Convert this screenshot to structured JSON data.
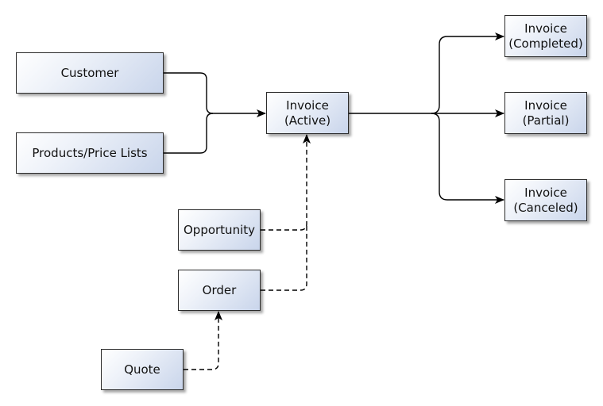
{
  "nodes": {
    "customer": "Customer",
    "products": "Products/Price Lists",
    "invoice_active": "Invoice\n(Active)",
    "opportunity": "Opportunity",
    "order": "Order",
    "quote": "Quote",
    "invoice_completed": "Invoice\n(Completed)",
    "invoice_partial": "Invoice\n(Partial)",
    "invoice_canceled": "Invoice\n(Canceled)"
  },
  "edges": [
    {
      "from": "Customer",
      "to": "Invoice (Active)",
      "style": "solid"
    },
    {
      "from": "Products/Price Lists",
      "to": "Invoice (Active)",
      "style": "solid"
    },
    {
      "from": "Opportunity",
      "to": "Invoice (Active)",
      "style": "dashed"
    },
    {
      "from": "Order",
      "to": "Invoice (Active)",
      "style": "dashed"
    },
    {
      "from": "Quote",
      "to": "Order",
      "style": "dashed"
    },
    {
      "from": "Invoice (Active)",
      "to": "Invoice (Completed)",
      "style": "solid"
    },
    {
      "from": "Invoice (Active)",
      "to": "Invoice (Partial)",
      "style": "solid"
    },
    {
      "from": "Invoice (Active)",
      "to": "Invoice (Canceled)",
      "style": "solid"
    }
  ],
  "colors": {
    "line": "#000000",
    "box_border": "#2b2b2b",
    "box_fill_light": "#ffffff",
    "box_fill_dark": "#c9d5eb"
  }
}
